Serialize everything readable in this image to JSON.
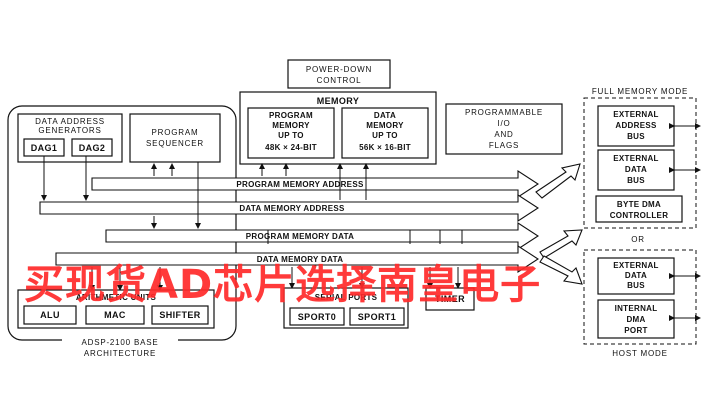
{
  "blocks": {
    "power_down": [
      "POWER-DOWN",
      "CONTROL"
    ],
    "memory_title": "MEMORY",
    "program_memory": [
      "PROGRAM",
      "MEMORY",
      "UP TO",
      "48K × 24-BIT"
    ],
    "data_memory": [
      "DATA",
      "MEMORY",
      "UP TO",
      "56K × 16-BIT"
    ],
    "programmable_io": [
      "PROGRAMMABLE",
      "I/O",
      "AND",
      "FLAGS"
    ],
    "dag_title": [
      "DATA ADDRESS",
      "GENERATORS"
    ],
    "dag1": "DAG1",
    "dag2": "DAG2",
    "program_sequencer": [
      "PROGRAM",
      "SEQUENCER"
    ],
    "arithmetic_title": "ARITHMETIC UNITS",
    "alu": "ALU",
    "mac": "MAC",
    "shifter": "SHIFTER",
    "serial_title": "SERIAL PORTS",
    "sport0": "SPORT0",
    "sport1": "SPORT1",
    "timer": "TIMER",
    "core_caption": [
      "ADSP-2100 BASE",
      "ARCHITECTURE"
    ]
  },
  "buses": {
    "pma": "PROGRAM MEMORY ADDRESS",
    "dma": "DATA MEMORY ADDRESS",
    "pmd": "PROGRAM MEMORY DATA",
    "dmd": "DATA MEMORY DATA"
  },
  "full_memory": {
    "title": "FULL MEMORY MODE",
    "ext_address_bus": [
      "EXTERNAL",
      "ADDRESS",
      "BUS"
    ],
    "ext_data_bus": [
      "EXTERNAL",
      "DATA",
      "BUS"
    ],
    "byte_dma": [
      "BYTE DMA",
      "CONTROLLER"
    ]
  },
  "or_label": "OR",
  "host_mode": {
    "title": "HOST MODE",
    "ext_data_bus": [
      "EXTERNAL",
      "DATA",
      "BUS"
    ],
    "internal_dma": [
      "INTERNAL",
      "DMA",
      "PORT"
    ]
  },
  "watermark": "买现货AD芯片选择南皇电子",
  "colors": {
    "ink": "#111111",
    "watermark": "#ff2a2a",
    "background": "#ffffff"
  }
}
